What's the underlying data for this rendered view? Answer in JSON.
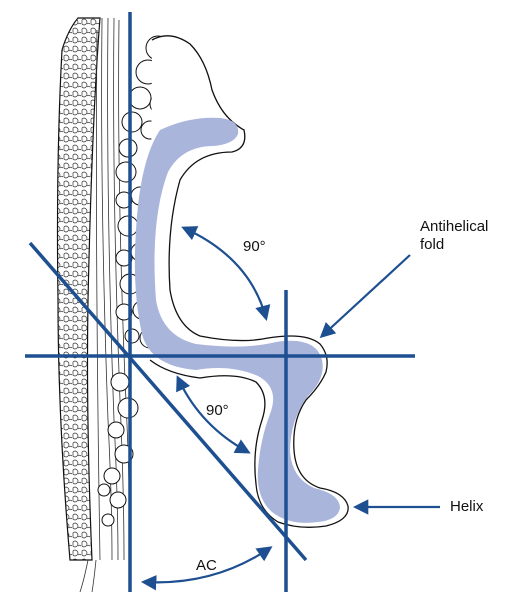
{
  "labels": {
    "antihelical_line1": "Antihelical",
    "antihelical_line2": "fold",
    "helix": "Helix",
    "angle_upper": "90°",
    "angle_lower": "90°",
    "angle_ac": "AC"
  },
  "colors": {
    "line_blue": "#1d4f91",
    "cartilage_fill": "#aab5dc",
    "outline": "#111111",
    "background": "#ffffff"
  }
}
